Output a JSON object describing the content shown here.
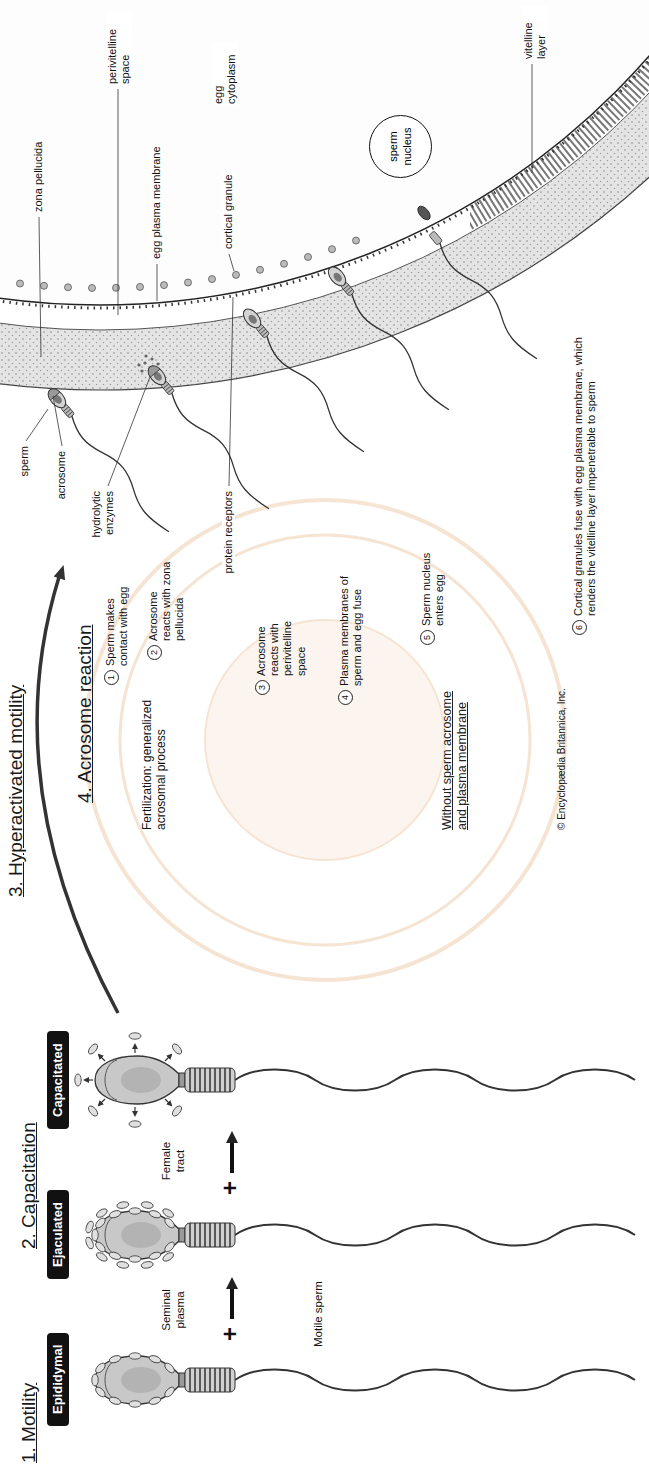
{
  "diagram": {
    "nodes": [
      {
        "text": [
          "Epididymal"
        ]
      },
      {
        "text": [
          "Ejaculated"
        ]
      },
      {
        "text": [
          "Capacitated"
        ]
      },
      {
        "text": [
          "1",
          "Sperm makes contact with egg"
        ]
      },
      {
        "text": [
          "2",
          "Acrosome reacts with zona pellucida"
        ]
      },
      {
        "text": [
          "3",
          "Acrosome reacts with perivitelline space"
        ]
      },
      {
        "text": [
          "4",
          "Plasma membranes of sperm and egg fuse"
        ]
      },
      {
        "text": [
          "5",
          "Sperm nucleus enters egg"
        ]
      },
      {
        "text": [
          "sperm nucleus"
        ]
      },
      {
        "text": [
          "6",
          "Cortical granules fuse with egg plasma membrane, which renders the vitelline layer impenetrable to sperm"
        ]
      }
    ],
    "labels": [
      "1. Motility",
      "2. Capacitation",
      "3. Hyperactivated motility",
      "4. Acrosome reaction",
      "+",
      "Seminal plasma",
      "+",
      "Female tract",
      "Motile sperm",
      "Fertilization: generalized acrosomal process",
      "sperm",
      "acrosome",
      "hydrolytic enzymes",
      "protein receptors",
      "zona pellucida",
      "perivitelline space",
      "egg plasma membrane",
      "cortical granule",
      "egg cytoplasm",
      "vitelline layer",
      "Without sperm acrosome and plasma membrane",
      "© Encyclopædia Britannica, Inc."
    ]
  }
}
